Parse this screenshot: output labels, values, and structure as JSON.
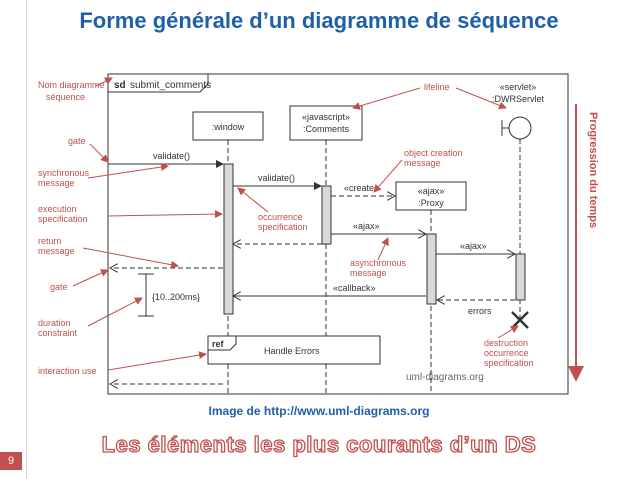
{
  "slide": {
    "title": "Forme générale d’un diagramme de séquence",
    "number": "9",
    "caption": "Image de http://www.uml-diagrams.org",
    "subtitle": "Les éléments les plus courants d’un DS",
    "progression": "Progression du temps"
  },
  "diagram": {
    "frame_keyword": "sd",
    "frame_name": "submit_comments",
    "lifelines": [
      ":window",
      "«javascript»",
      ":Comments",
      "«servlet»",
      ":DWRServlet",
      "«ajax»",
      ":Proxy"
    ],
    "messages": [
      "validate()",
      "validate()",
      "«create»",
      "«ajax»",
      "«ajax»",
      "«callback»",
      "errors"
    ],
    "constraint": "{10..200ms}",
    "ref_keyword": "ref",
    "ref_name": "Handle Errors",
    "watermark": "uml-diagrams.org"
  },
  "annotations": {
    "nom_diagramme": [
      "Nom diagramme",
      "séquence"
    ],
    "lifeline": "lifeline",
    "gate": "gate",
    "synchronous_message": [
      "synchronous",
      "message"
    ],
    "execution_specification": [
      "execution",
      "specification"
    ],
    "return_message": [
      "return",
      "message"
    ],
    "gate2": "gate",
    "duration_constraint": [
      "duration",
      "constraint"
    ],
    "interaction_use": "interaction use",
    "occurrence_specification": [
      "occurrence",
      "specification"
    ],
    "object_creation_message": [
      "object creation",
      "message"
    ],
    "asynchronous_message": [
      "asynchronous",
      "message"
    ],
    "destruction_occurrence": [
      "destruction",
      "occurrence",
      "specification"
    ]
  },
  "colors": {
    "title": "#1f5fa8",
    "annotation": "#c0504d",
    "diagram_line": "#333333",
    "activation_fill": "#d9d9d9"
  }
}
